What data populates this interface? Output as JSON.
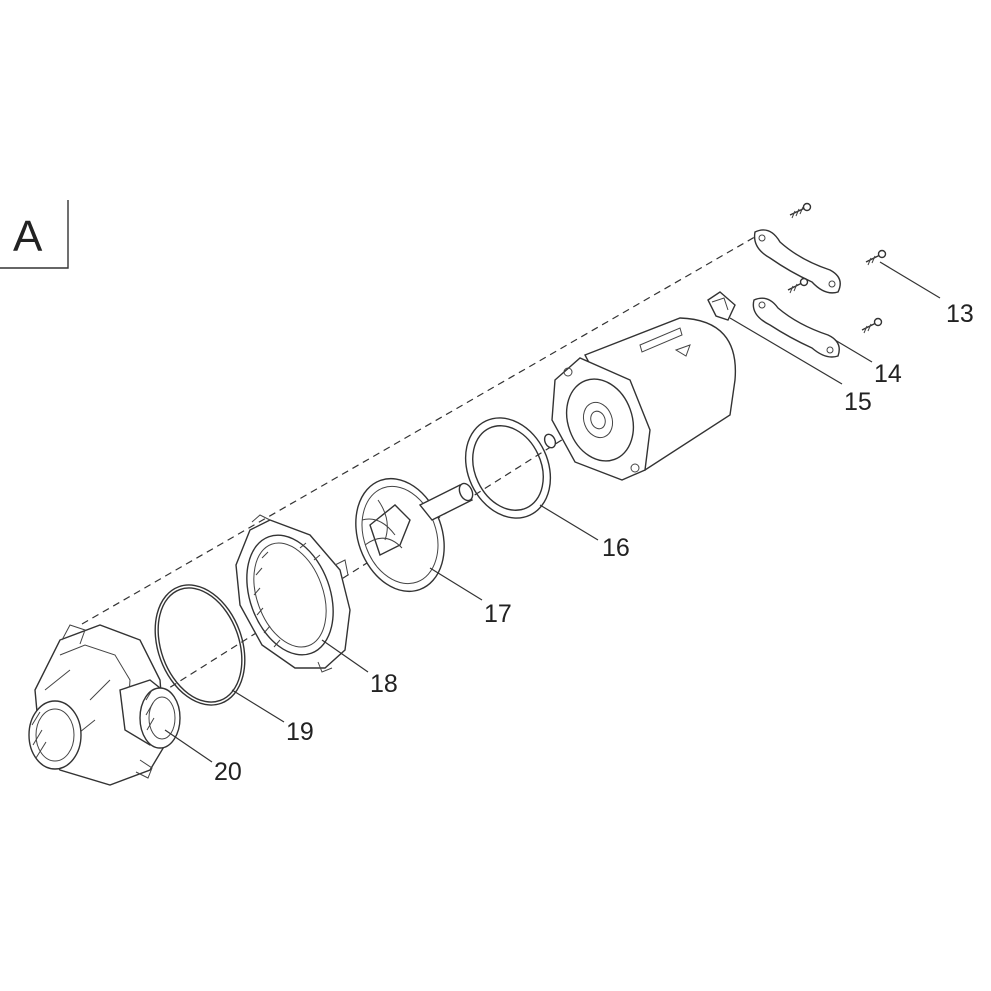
{
  "section": {
    "letter": "A"
  },
  "parts": [
    {
      "id": "13",
      "label": "13"
    },
    {
      "id": "14",
      "label": "14"
    },
    {
      "id": "15",
      "label": "15"
    },
    {
      "id": "16",
      "label": "16"
    },
    {
      "id": "17",
      "label": "17"
    },
    {
      "id": "18",
      "label": "18"
    },
    {
      "id": "19",
      "label": "19"
    },
    {
      "id": "20",
      "label": "20"
    }
  ],
  "colors": {
    "line": "#333333",
    "background": "#ffffff",
    "text": "#222222"
  }
}
